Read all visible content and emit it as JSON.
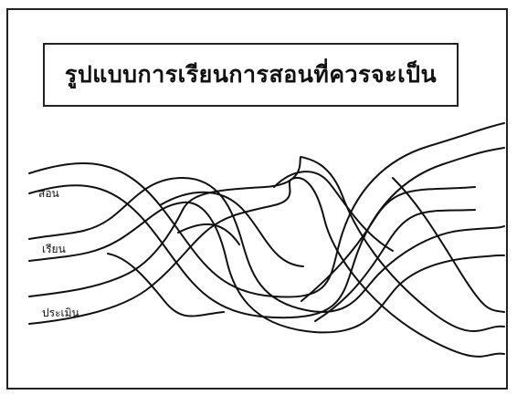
{
  "title": "รูปแบบการเรียนการสอนที่ควรจะเป็น",
  "labels": {
    "teach": "สอน",
    "learn": "เรียน",
    "evaluate": "ประเมิน"
  },
  "colors": {
    "ink": "#111111",
    "background": "#ffffff"
  }
}
